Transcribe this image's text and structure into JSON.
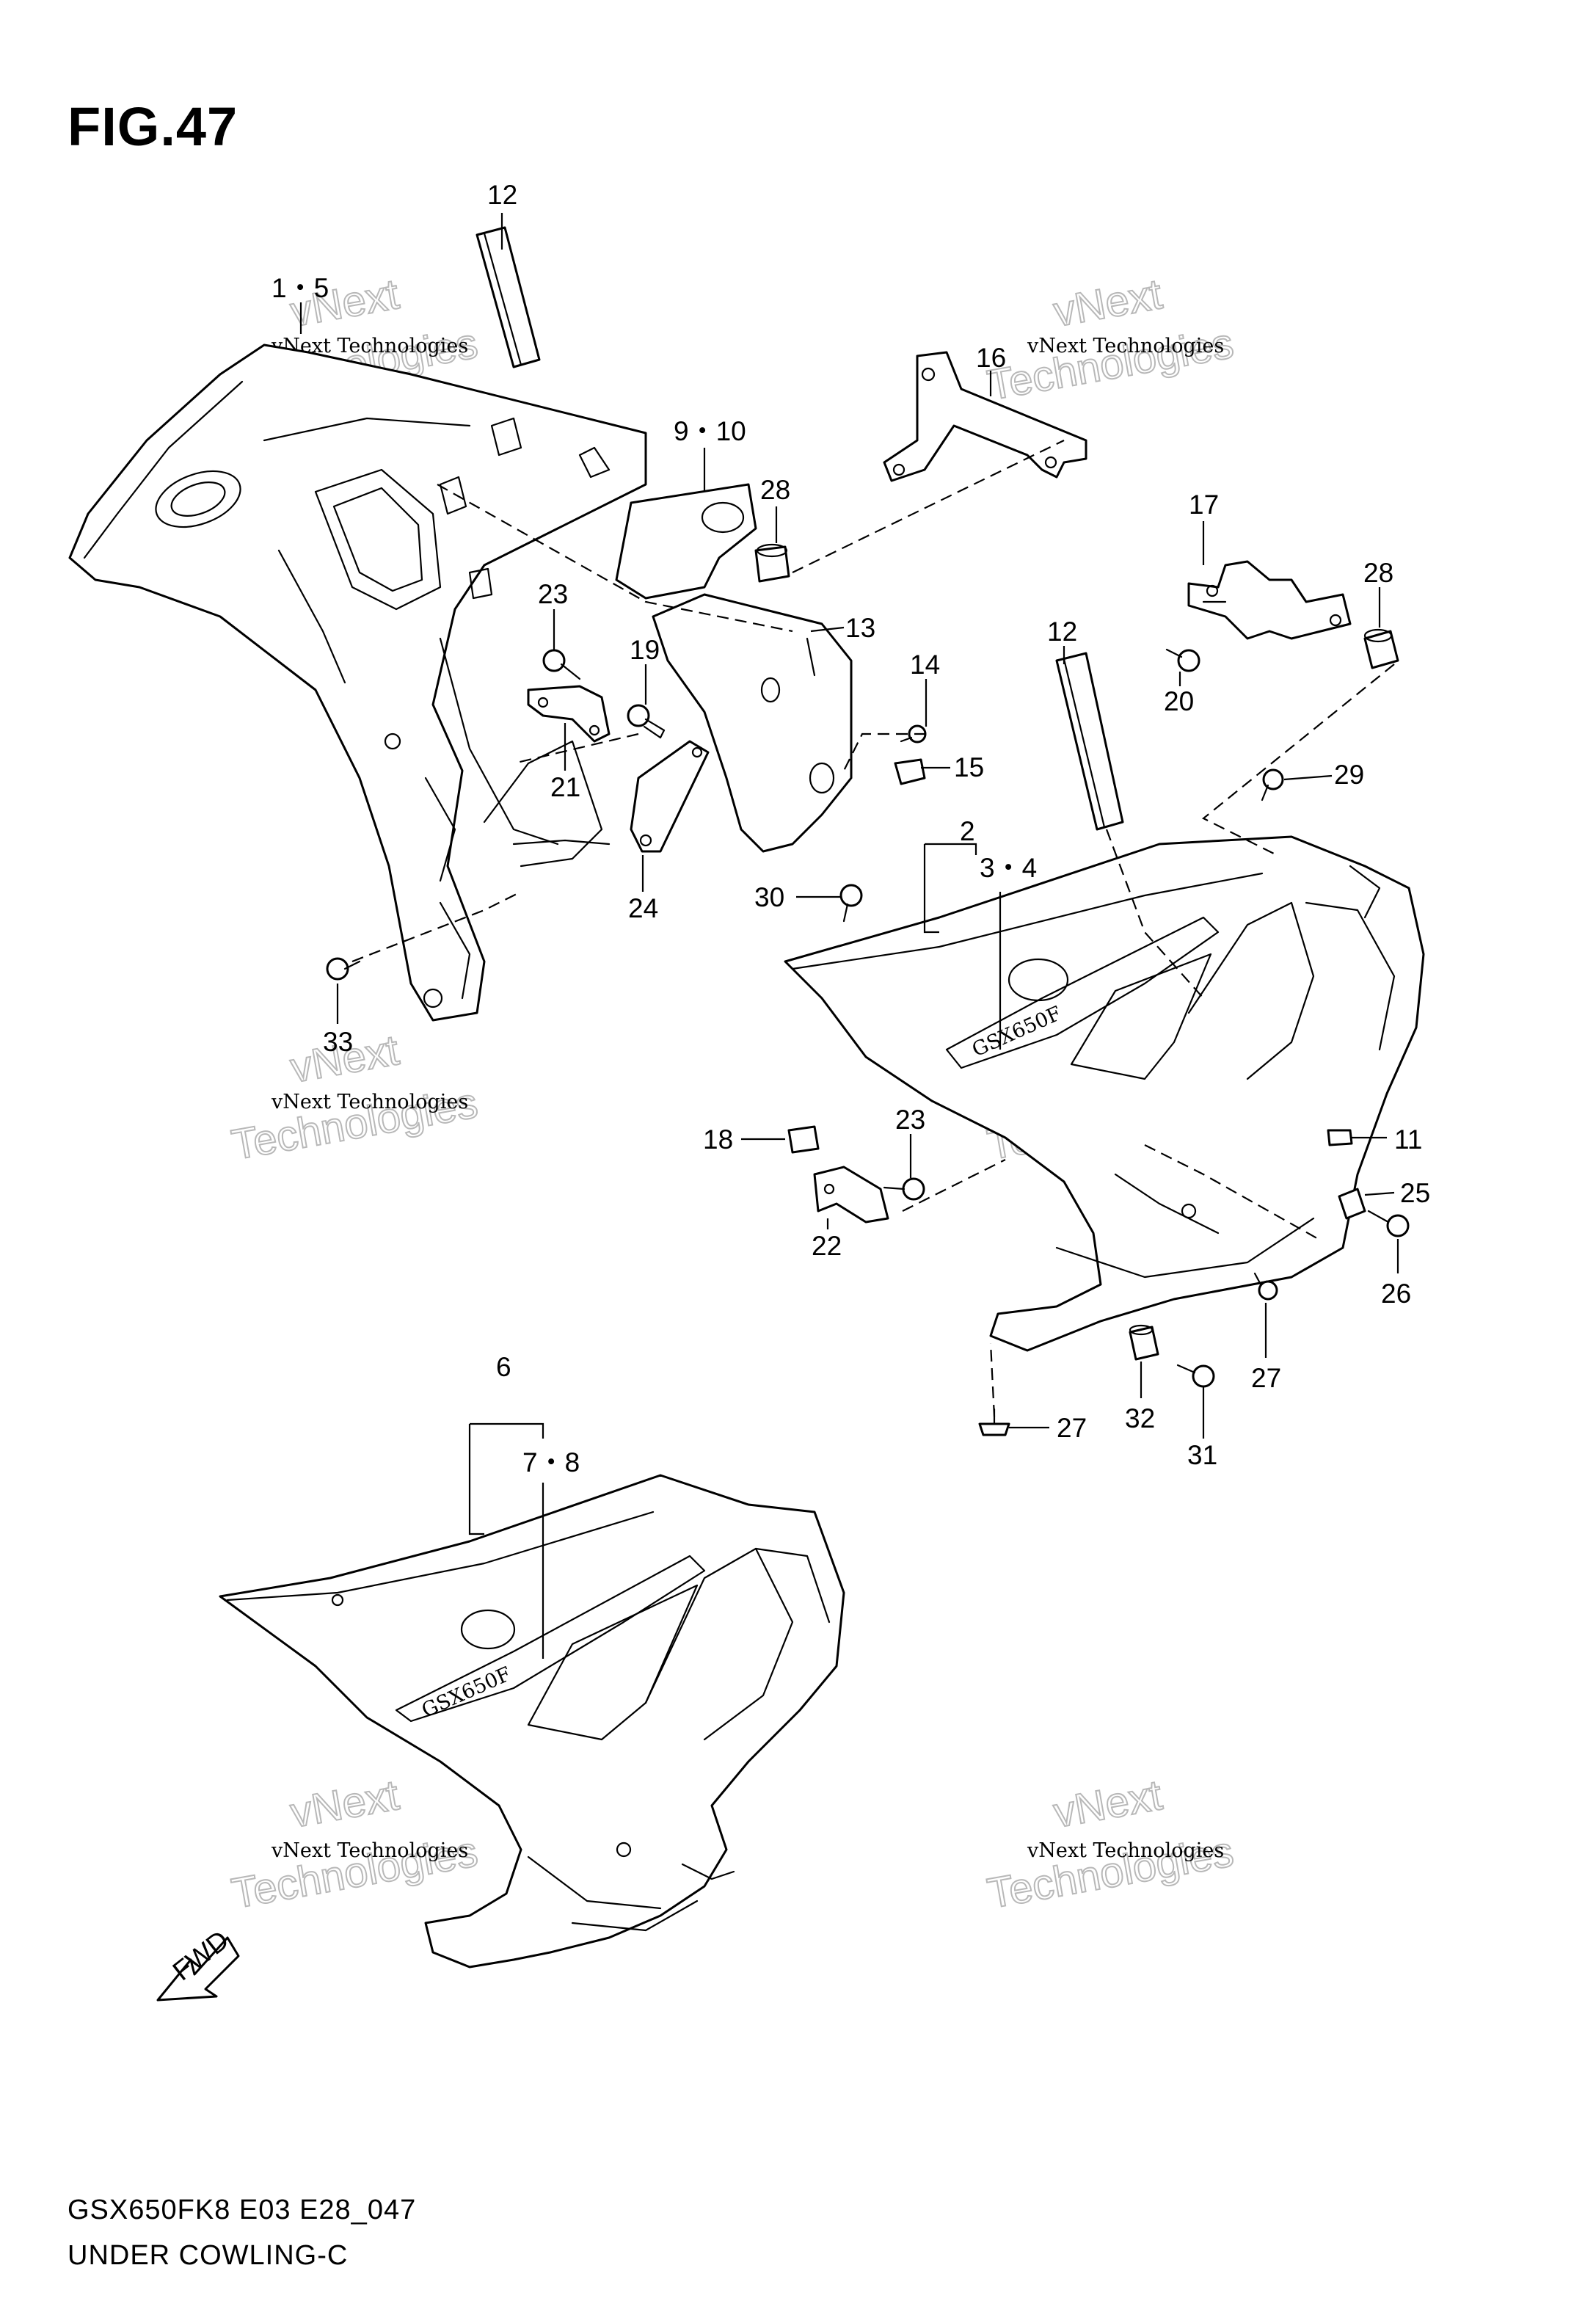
{
  "figure": {
    "title": "FIG.47",
    "model_code": "GSX650FK8 E03 E28_047",
    "section_name": "UNDER COWLING-C",
    "direction_label": "FWD"
  },
  "watermark": {
    "line1": "vNext Technologies",
    "big_top": "vNext",
    "big_bottom": "Technologies"
  },
  "callouts": [
    "12",
    "1・5",
    "16",
    "9・10",
    "28",
    "17",
    "28",
    "23",
    "19",
    "13",
    "14",
    "21",
    "15",
    "12",
    "20",
    "29",
    "2",
    "3・4",
    "30",
    "24",
    "33",
    "18",
    "23",
    "11",
    "25",
    "22",
    "26",
    "27",
    "32",
    "27",
    "31",
    "6",
    "7・8"
  ]
}
